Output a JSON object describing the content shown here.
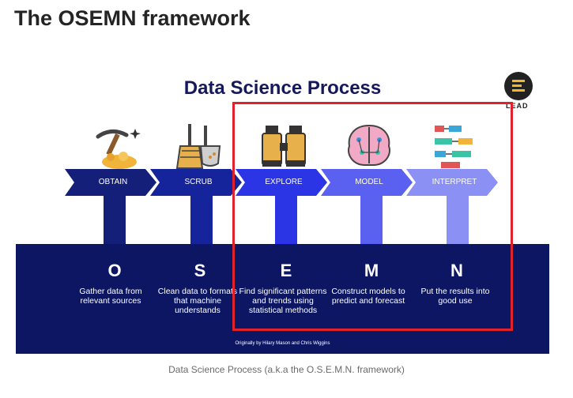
{
  "heading": "The OSEMN framework",
  "figure": {
    "title": "Data Science Process",
    "logo_text": "LEAD",
    "credit": "Originally by Hilary Mason and Chris Wiggins",
    "steps": [
      {
        "label": "OBTAIN",
        "letter": "O",
        "line1": "Gather data from",
        "line2": "relevant sources",
        "line3": "",
        "icon": "pickaxe-gold-icon",
        "color": "#141f7a"
      },
      {
        "label": "SCRUB",
        "letter": "S",
        "line1": "Clean data to formats",
        "line2": "that machine",
        "line3": "understands",
        "icon": "broom-dustpan-icon",
        "color": "#16249b"
      },
      {
        "label": "EXPLORE",
        "letter": "E",
        "line1": "Find significant patterns",
        "line2": "and trends using",
        "line3": "statistical methods",
        "icon": "binoculars-icon",
        "color": "#2b35e6"
      },
      {
        "label": "MODEL",
        "letter": "M",
        "line1": "Construct models to",
        "line2": "predict and forecast",
        "line3": "",
        "icon": "brain-network-icon",
        "color": "#5a61f0"
      },
      {
        "label": "INTERPRET",
        "letter": "N",
        "line1": "Put the results into",
        "line2": "good use",
        "line3": "",
        "icon": "flowchart-icon",
        "color": "#8b90f5"
      }
    ]
  },
  "caption": "Data Science Process (a.k.a the O.S.E.M.N. framework)",
  "colors": {
    "navy": "#0c1663",
    "highlight": "#e0222c"
  }
}
